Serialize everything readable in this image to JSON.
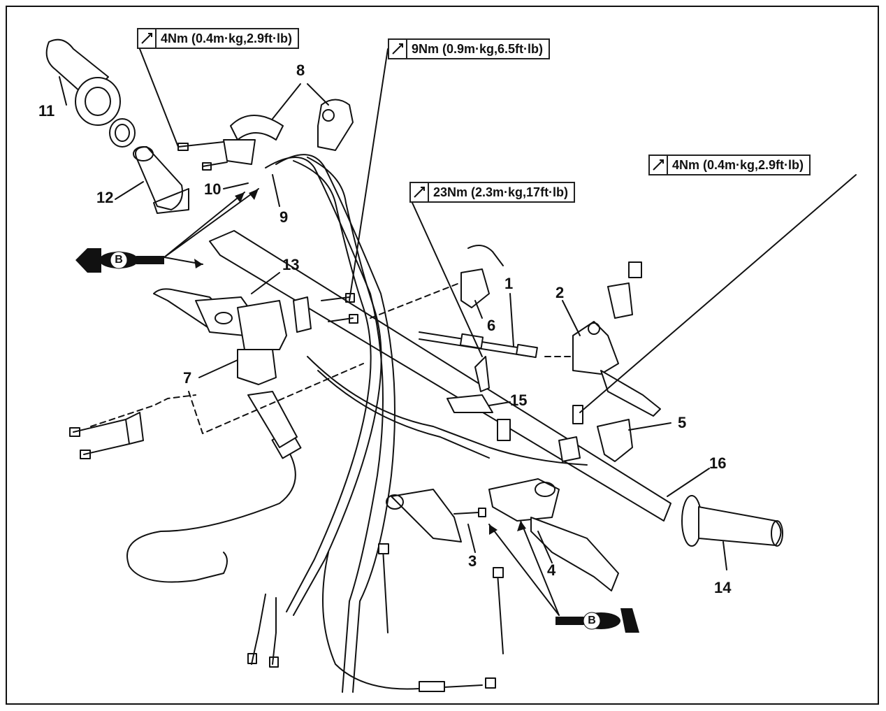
{
  "torque_specs": [
    {
      "text": "4Nm (0.4m·kg,2.9ft·lb)"
    },
    {
      "text": "9Nm (0.9m·kg,6.5ft·lb)"
    },
    {
      "text": "4Nm (0.4m·kg,2.9ft·lb)"
    },
    {
      "text": "23Nm (2.3m·kg,17ft·lb)"
    }
  ],
  "callouts": [
    "1",
    "2",
    "3",
    "4",
    "5",
    "6",
    "7",
    "8",
    "9",
    "10",
    "11",
    "12",
    "13",
    "14",
    "15",
    "16"
  ],
  "grease_marks": [
    {
      "label": "B"
    },
    {
      "label": "B"
    }
  ],
  "icons": {
    "torque": "torque-wrench-icon",
    "grease": "grease-gun-icon"
  }
}
